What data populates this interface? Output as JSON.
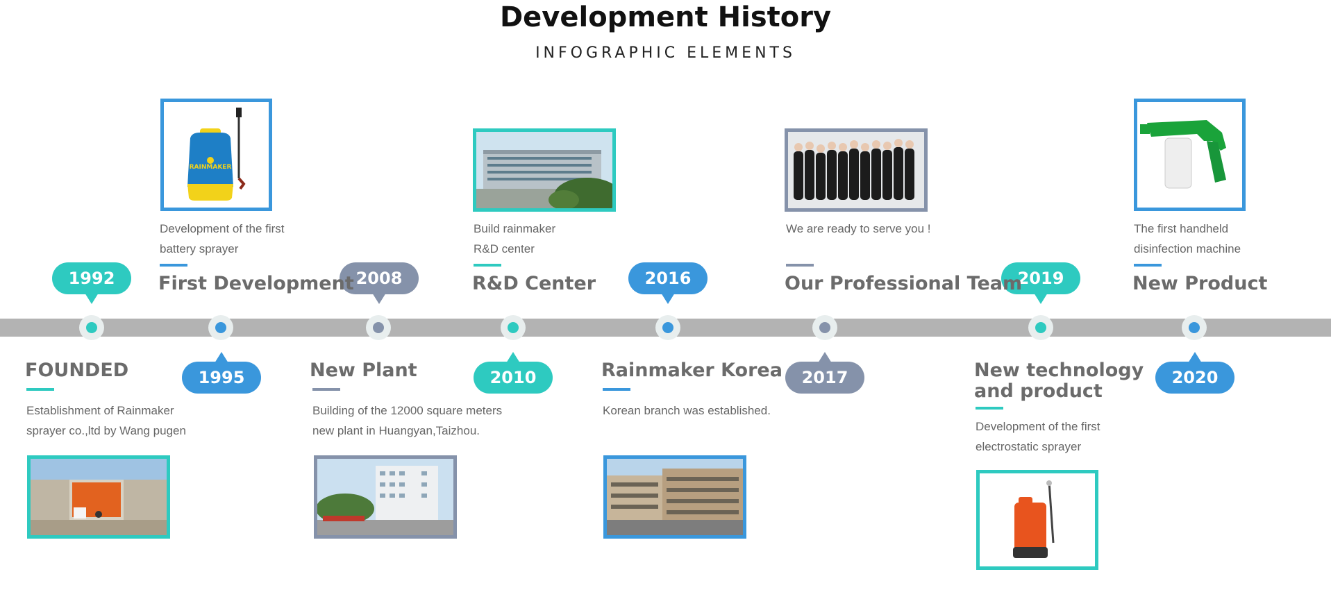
{
  "header": {
    "title": "Development History",
    "subtitle": "INFOGRAPHIC ELEMENTS"
  },
  "colors": {
    "teal": "#2ecac0",
    "blue": "#3a97dc",
    "slate": "#8592aa",
    "track": "#b3b3b3"
  },
  "years": [
    "1992",
    "1995",
    "2008",
    "2010",
    "2016",
    "2017",
    "2019",
    "2020"
  ],
  "events": {
    "first_development": {
      "title": "First Development",
      "desc1": "Development of the first",
      "desc2": "battery sprayer"
    },
    "rd_center": {
      "title": "R&D Center",
      "desc1": "Build rainmaker",
      "desc2": "R&D center"
    },
    "team": {
      "title": "Our Professional Team",
      "desc1": "We are ready to serve you !"
    },
    "new_product": {
      "title": "New Product",
      "desc1": "The first handheld",
      "desc2": "disinfection machine"
    },
    "founded": {
      "title": "FOUNDED",
      "desc1": "Establishment of Rainmaker",
      "desc2": "sprayer co.,ltd by Wang pugen"
    },
    "new_plant": {
      "title": "New Plant",
      "desc1": "Building of the 12000 square meters",
      "desc2": "new plant in Huangyan,Taizhou."
    },
    "korea": {
      "title": "Rainmaker Korea",
      "desc1": "Korean branch was established."
    },
    "new_tech": {
      "title1": "New technology",
      "title2": "and product",
      "desc1": "Development of the first",
      "desc2": "electrostatic sprayer"
    }
  },
  "images": {
    "battery_sprayer_logo": "RAINMAKER"
  }
}
